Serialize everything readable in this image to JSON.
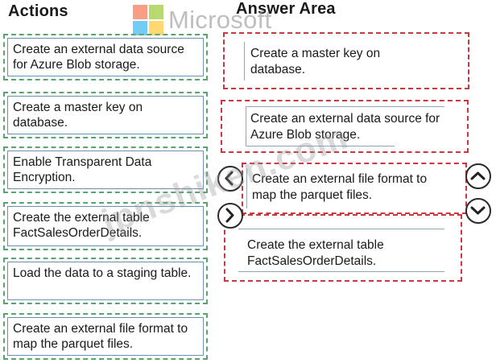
{
  "headings": {
    "actions": "Actions",
    "answer_area": "Answer Area"
  },
  "branding": {
    "logo_word": "Microsoft",
    "logo_colors": [
      "#f25022",
      "#7fba00",
      "#00a4ef",
      "#ffb900"
    ]
  },
  "watermark": "jpnshiken.com",
  "actions": [
    "Create an external data source for Azure Blob storage.",
    "Create a master key on database.",
    "Enable Transparent Data Encryption.",
    "Create the external table FactSalesOrderDetails.",
    "Load the data to a staging table.",
    "Create an external file format to map the parquet files."
  ],
  "answer_area": [
    "Create a master key on database.",
    "Create an external data source for Azure Blob storage.",
    "Create an external file format to map the parquet files.",
    "Create the external table FactSalesOrderDetails."
  ],
  "controls": {
    "move_left": "chevron-left-icon",
    "move_right": "chevron-right-icon",
    "move_up": "chevron-up-icon",
    "move_down": "chevron-down-icon"
  }
}
